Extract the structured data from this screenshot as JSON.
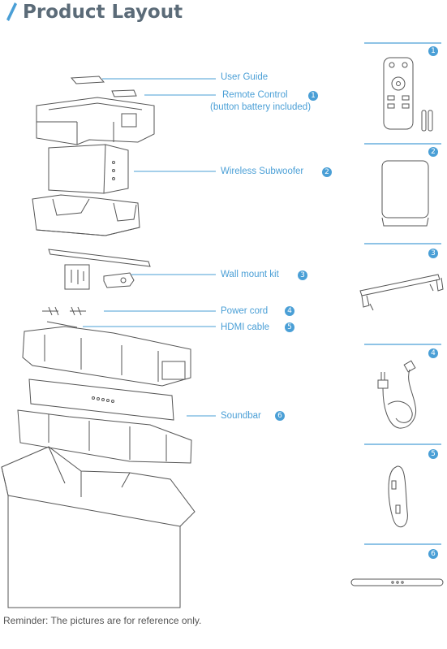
{
  "page": {
    "title": "Product Layout",
    "reminder": "Reminder: The pictures are for reference only."
  },
  "labels": {
    "user_guide": "User Guide",
    "remote_control": "Remote Control",
    "remote_note": "(button battery included)",
    "subwoofer": "Wireless Subwoofer",
    "wall_mount": "Wall mount kit",
    "power_cord": "Power cord",
    "hdmi_cable": "HDMI cable",
    "soundbar": "Soundbar"
  },
  "badges": [
    "1",
    "2",
    "3",
    "4",
    "5",
    "6"
  ],
  "colors": {
    "accent": "#4a9fd6",
    "title": "#5b6b78",
    "line": "#555555"
  },
  "icons": [
    "pen-icon"
  ]
}
